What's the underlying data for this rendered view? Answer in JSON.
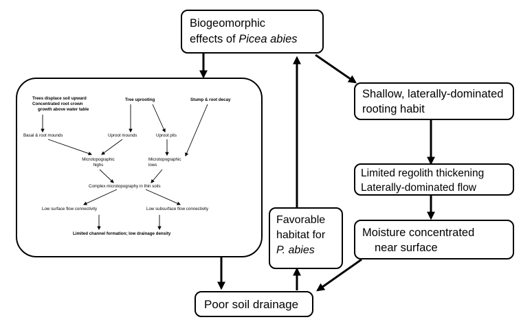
{
  "nodes": {
    "biogeomorphic": {
      "line1": "Biogeomorphic",
      "line2_prefix": "effects of ",
      "line2_italic": "Picea abies"
    },
    "shallow": {
      "line1": "Shallow, laterally-dominated",
      "line2": "rooting habit"
    },
    "limited": {
      "line1": "Limited regolith thickening",
      "line2": "Laterally-dominated flow"
    },
    "moisture": {
      "line1": "Moisture concentrated",
      "line2": "near surface"
    },
    "favorable": {
      "line1": "Favorable",
      "line2": "habitat for",
      "line3_italic": "P. abies"
    },
    "poor": {
      "line1": "Poor soil drainage"
    }
  },
  "detail": {
    "trees_displace": {
      "l1": "Trees displace soil upward",
      "l2": "Concentrated root crown",
      "l3": "growth above water table"
    },
    "tree_uprooting": "Tree uprooting",
    "stump_decay": "Stump & root decay",
    "basal_mounds": "Basal & root mounds",
    "uproot_mounds": "Uproot mounds",
    "uproot_pits": "Uproot pits",
    "micro_highs": {
      "l1": "Microtopographic",
      "l2": "highs"
    },
    "micro_lows": {
      "l1": "Microtopographic",
      "l2": "lows"
    },
    "complex": "Complex microtopography in thin soils",
    "low_surface": "Low surface flow connectivity",
    "low_subsurface": "Low subsurface flow connectivity",
    "limited_channel": "Limited channel formation; low drainage density"
  }
}
